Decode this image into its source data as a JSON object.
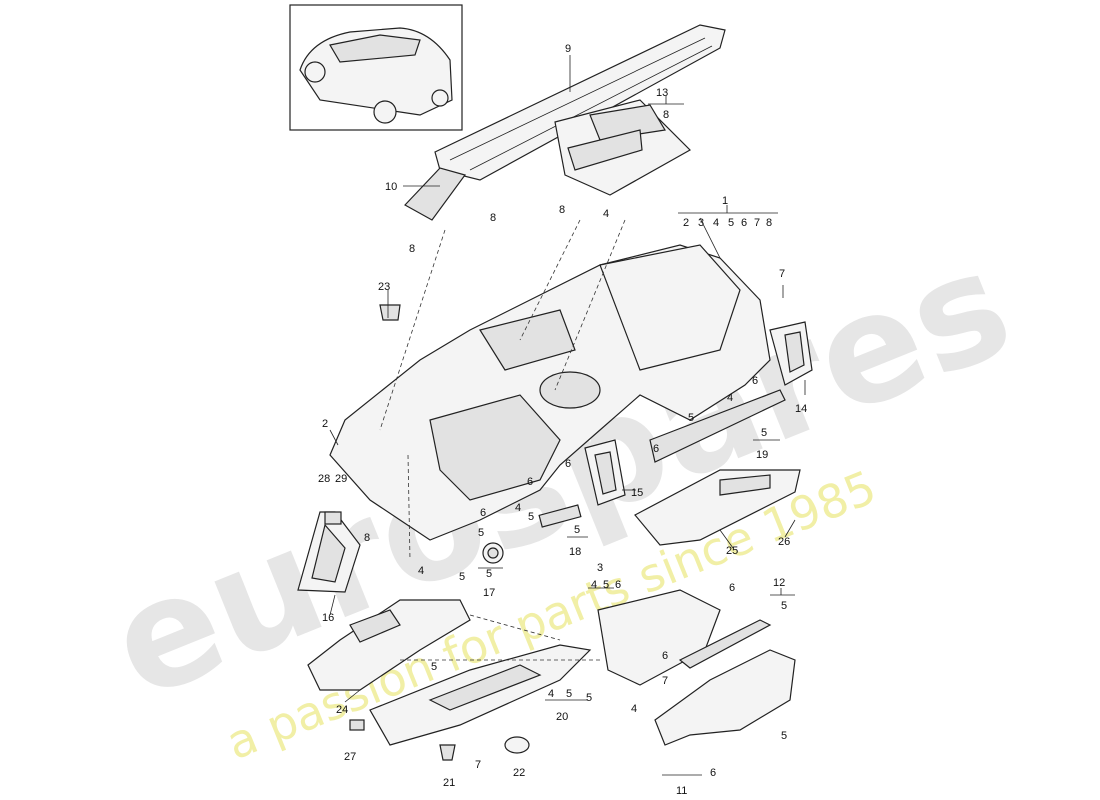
{
  "diagram": {
    "watermark": {
      "logo": "eurospares",
      "tagline": "a passion for parts since 1985"
    },
    "callouts": {
      "n1": "1",
      "n1_subs": [
        "2",
        "3",
        "4",
        "5",
        "6",
        "7",
        "8"
      ],
      "n2": "2",
      "n3": "3",
      "n3_subs": [
        "4",
        "5",
        "6"
      ],
      "n4a": "4",
      "n4b": "4",
      "n4c": "4",
      "n4d": "4",
      "n4e": "4",
      "n5a": "5",
      "n5b": "5",
      "n5c": "5",
      "n5d": "5",
      "n5e": "5",
      "n5f": "5",
      "n5g": "5",
      "n6a": "6",
      "n6b": "6",
      "n6c": "6",
      "n6d": "6",
      "n6e": "6",
      "n6f": "6",
      "n6g": "6",
      "n7a": "7",
      "n7b": "7",
      "n7c": "7",
      "n8a": "8",
      "n8b": "8",
      "n8c": "8",
      "n8d": "8",
      "n8e": "8",
      "n9": "9",
      "n10": "10",
      "n11": "11",
      "n11_sub": "6",
      "n12": "12",
      "n12_sub": "5",
      "n13": "13",
      "n13_sub": "8",
      "n14": "14",
      "n15": "15",
      "n16": "16",
      "n17": "17",
      "n17_sub": "5",
      "n18": "18",
      "n18_sub": "5",
      "n19": "19",
      "n19_sub": "5",
      "n20": "20",
      "n20_subs": [
        "4",
        "5"
      ],
      "n21": "21",
      "n22": "22",
      "n23": "23",
      "n24": "24",
      "n25": "25",
      "n26": "26",
      "n27": "27",
      "n28": "28",
      "n29": "29"
    }
  }
}
